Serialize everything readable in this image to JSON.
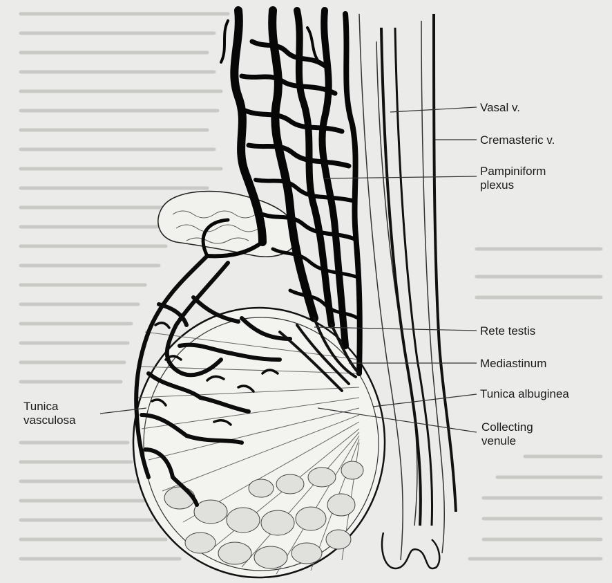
{
  "figure": {
    "labels": {
      "vasal_v": "Vasal v.",
      "cremasteric_v": "Cremasteric v.",
      "pampiniform_plexus": "Pampiniform\nplexus",
      "rete_testis": "Rete testis",
      "mediastinum": "Mediastinum",
      "tunica_albuginea": "Tunica albuginea",
      "collecting_venule": "Collecting\nvenule",
      "tunica_vasculosa": "Tunica\nvasculosa"
    }
  }
}
